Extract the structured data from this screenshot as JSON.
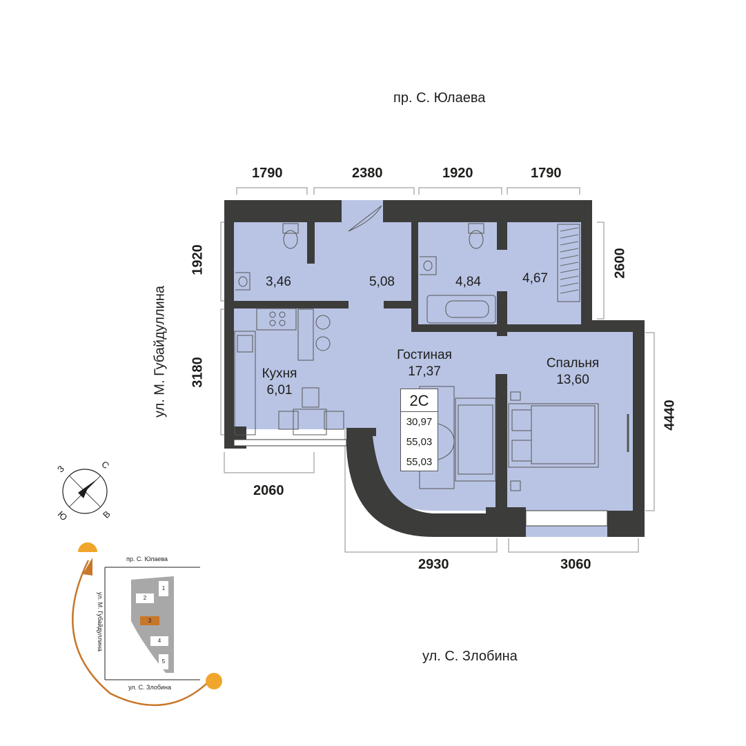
{
  "streets": {
    "north": "пр. С. Юлаева",
    "south": "ул. С. Злобина",
    "west": "ул. М. Губайдуллина"
  },
  "dimensions": {
    "top": [
      "1790",
      "2380",
      "1920",
      "1790"
    ],
    "left_upper": "1920",
    "left_lower": "3180",
    "right_upper": "2600",
    "right_lower": "4440",
    "bottom_left": "2060",
    "bottom_mid": "2930",
    "bottom_right": "3060"
  },
  "rooms": {
    "bath1_area": "3,46",
    "hall_area": "5,08",
    "bath2_area": "4,84",
    "wardrobe_area": "4,67",
    "living_name": "Гостиная",
    "living_area": "17,37",
    "kitchen_name": "Кухня",
    "kitchen_area": "6,01",
    "bedroom_name": "Спальня",
    "bedroom_area": "13,60"
  },
  "apartment": {
    "type": "2С",
    "living_area": "30,97",
    "total_area": "55,03",
    "total_area_balcony": "55,03"
  },
  "compass": {
    "n": "С",
    "w": "З",
    "s": "Ю",
    "e": "В"
  },
  "site_map": {
    "north_street": "пр. С. Юлаева",
    "west_street": "ул. М. Губайдуллина",
    "south_street": "ул. С. Злобина",
    "buildings": [
      "1",
      "2",
      "3",
      "4",
      "5"
    ],
    "highlighted_building": "3"
  },
  "colors": {
    "floor": "#b9c4e4",
    "wall": "#3c3c3b",
    "highlight": "#c8762a"
  }
}
